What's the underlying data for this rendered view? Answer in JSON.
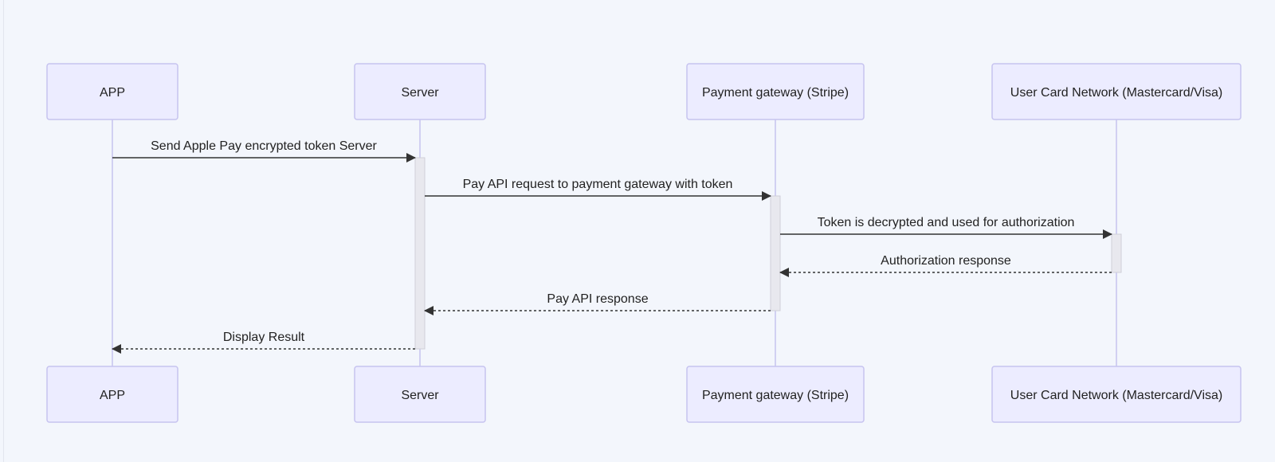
{
  "diagram": {
    "type": "sequence",
    "colors": {
      "background": "#f3f6fc",
      "actor_fill": "#ececff",
      "actor_stroke": "#c6c3ef",
      "lifeline": "#c6c3ef",
      "activation_fill": "#e8e8ee",
      "activation_stroke": "#cfcfd8",
      "message": "#333333",
      "text": "#222222"
    },
    "participants": [
      {
        "id": "app",
        "label": "APP"
      },
      {
        "id": "server",
        "label": "Server"
      },
      {
        "id": "gateway",
        "label": "Payment gateway (Stripe)"
      },
      {
        "id": "network",
        "label": "User Card Network (Mastercard/Visa)"
      }
    ],
    "messages": [
      {
        "from": "app",
        "to": "server",
        "label": "Send Apple Pay encrypted token Server",
        "style": "solid"
      },
      {
        "from": "server",
        "to": "gateway",
        "label": "Pay API request to payment gateway with token",
        "style": "solid"
      },
      {
        "from": "gateway",
        "to": "network",
        "label": "Token is decrypted and used for authorization",
        "style": "solid"
      },
      {
        "from": "network",
        "to": "gateway",
        "label": "Authorization response",
        "style": "dashed"
      },
      {
        "from": "gateway",
        "to": "server",
        "label": "Pay API response",
        "style": "dashed"
      },
      {
        "from": "server",
        "to": "app",
        "label": "Display Result",
        "style": "dashed"
      }
    ]
  }
}
